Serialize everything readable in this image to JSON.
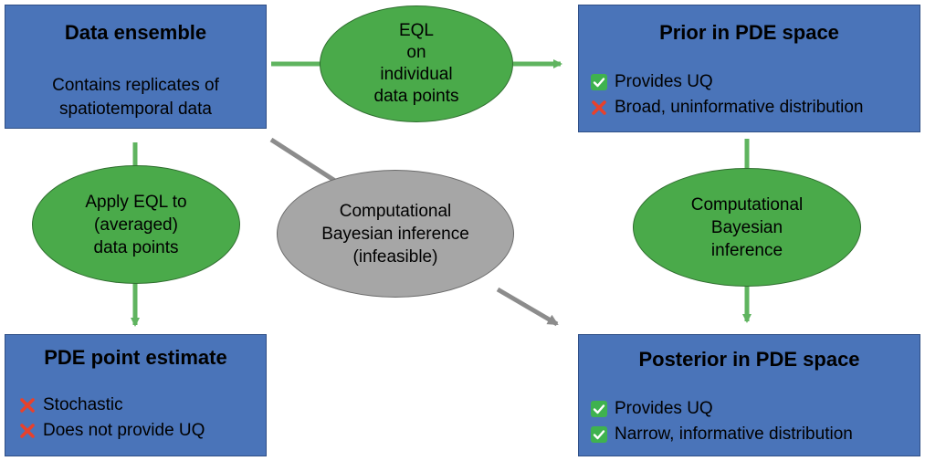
{
  "boxes": {
    "data_ensemble": {
      "title": "Data ensemble",
      "body": "Contains replicates of\nspatiotemporal data"
    },
    "prior": {
      "title": "Prior in PDE space",
      "items": [
        {
          "mark": "check",
          "text": "Provides UQ"
        },
        {
          "mark": "cross",
          "text": "Broad, uninformative distribution"
        }
      ]
    },
    "point_estimate": {
      "title": "PDE point estimate",
      "items": [
        {
          "mark": "cross",
          "text": "Stochastic"
        },
        {
          "mark": "cross",
          "text": "Does not provide UQ"
        }
      ]
    },
    "posterior": {
      "title": "Posterior in PDE space",
      "items": [
        {
          "mark": "check",
          "text": "Provides UQ"
        },
        {
          "mark": "check",
          "text": "Narrow, informative distribution"
        }
      ]
    }
  },
  "processes": {
    "eql_individual": "EQL\non\nindividual\ndata points",
    "eql_averaged": "Apply EQL to\n(averaged)\ndata points",
    "bayes_infeasible": "Computational\nBayesian inference\n(infeasible)",
    "bayes": "Computational\nBayesian\ninference"
  },
  "colors": {
    "box_fill": "#4a74b9",
    "process_fill": "#4aaa4a",
    "infeasible_fill": "#a6a6a6",
    "arrow_green": "#5fb45f",
    "arrow_gray": "#8c8c8c",
    "check": "#3fb24f",
    "cross": "#e8412c"
  },
  "icons": {
    "check": "check-mark-icon",
    "cross": "cross-mark-icon"
  }
}
